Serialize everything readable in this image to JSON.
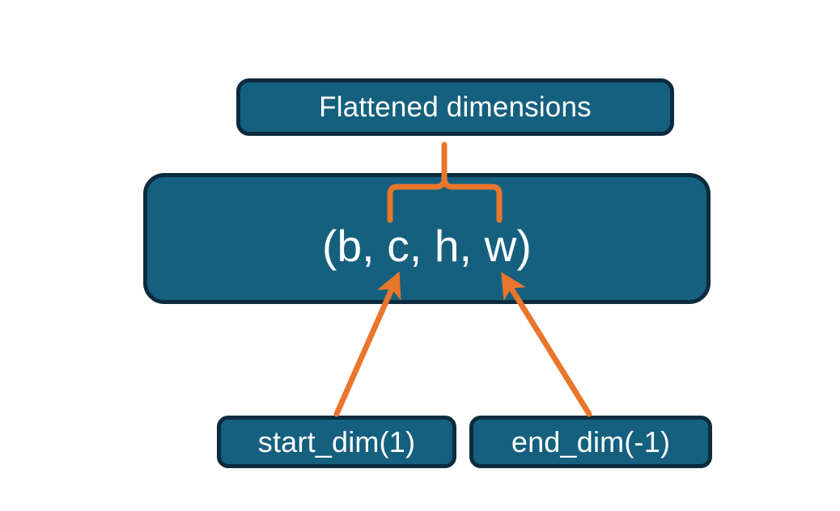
{
  "diagram": {
    "title_node": {
      "label": "Flattened dimensions",
      "name": "flattened-dimensions-box"
    },
    "shape_node": {
      "label": "(b, c, h, w)",
      "name": "tensor-shape-box"
    },
    "start_node": {
      "label": "start_dim(1)",
      "name": "start-dim-box"
    },
    "end_node": {
      "label": "end_dim(-1)",
      "name": "end-dim-box"
    },
    "connectors": {
      "brace": {
        "name": "flattened-range-brace",
        "spans_from": "c",
        "spans_to": "w"
      },
      "start_arrow": {
        "name": "start-dim-arrow",
        "points_to": "c"
      },
      "end_arrow": {
        "name": "end-dim-arrow",
        "points_to": "w"
      }
    },
    "colors": {
      "box_fill": "#16607f",
      "box_border": "#0d2b3e",
      "accent": "#e8762c",
      "text": "#ffffff",
      "background": "#ffffff"
    }
  }
}
